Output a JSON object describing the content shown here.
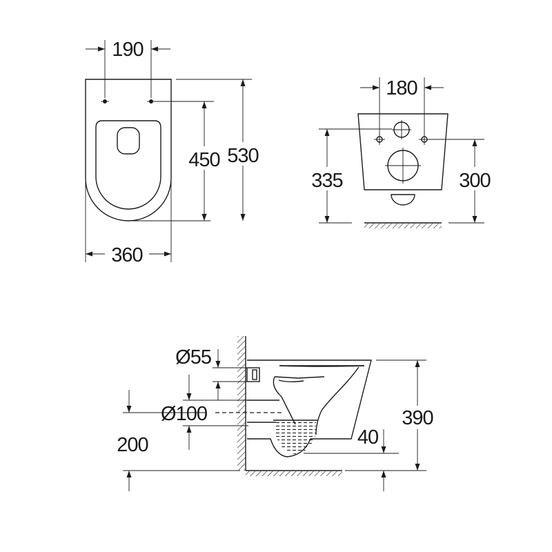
{
  "top_view": {
    "dim_hole_spacing": "190",
    "dim_seat_depth": "450",
    "dim_total_depth": "530",
    "dim_width": "360"
  },
  "rear_view": {
    "dim_hole_spacing": "180",
    "dim_left_height": "335",
    "dim_right_height": "300"
  },
  "side_view": {
    "dim_inlet_diameter": "Ø55",
    "dim_outlet_diameter": "Ø100",
    "dim_outlet_height": "200",
    "dim_total_height": "390",
    "dim_bowl_depth": "40"
  }
}
